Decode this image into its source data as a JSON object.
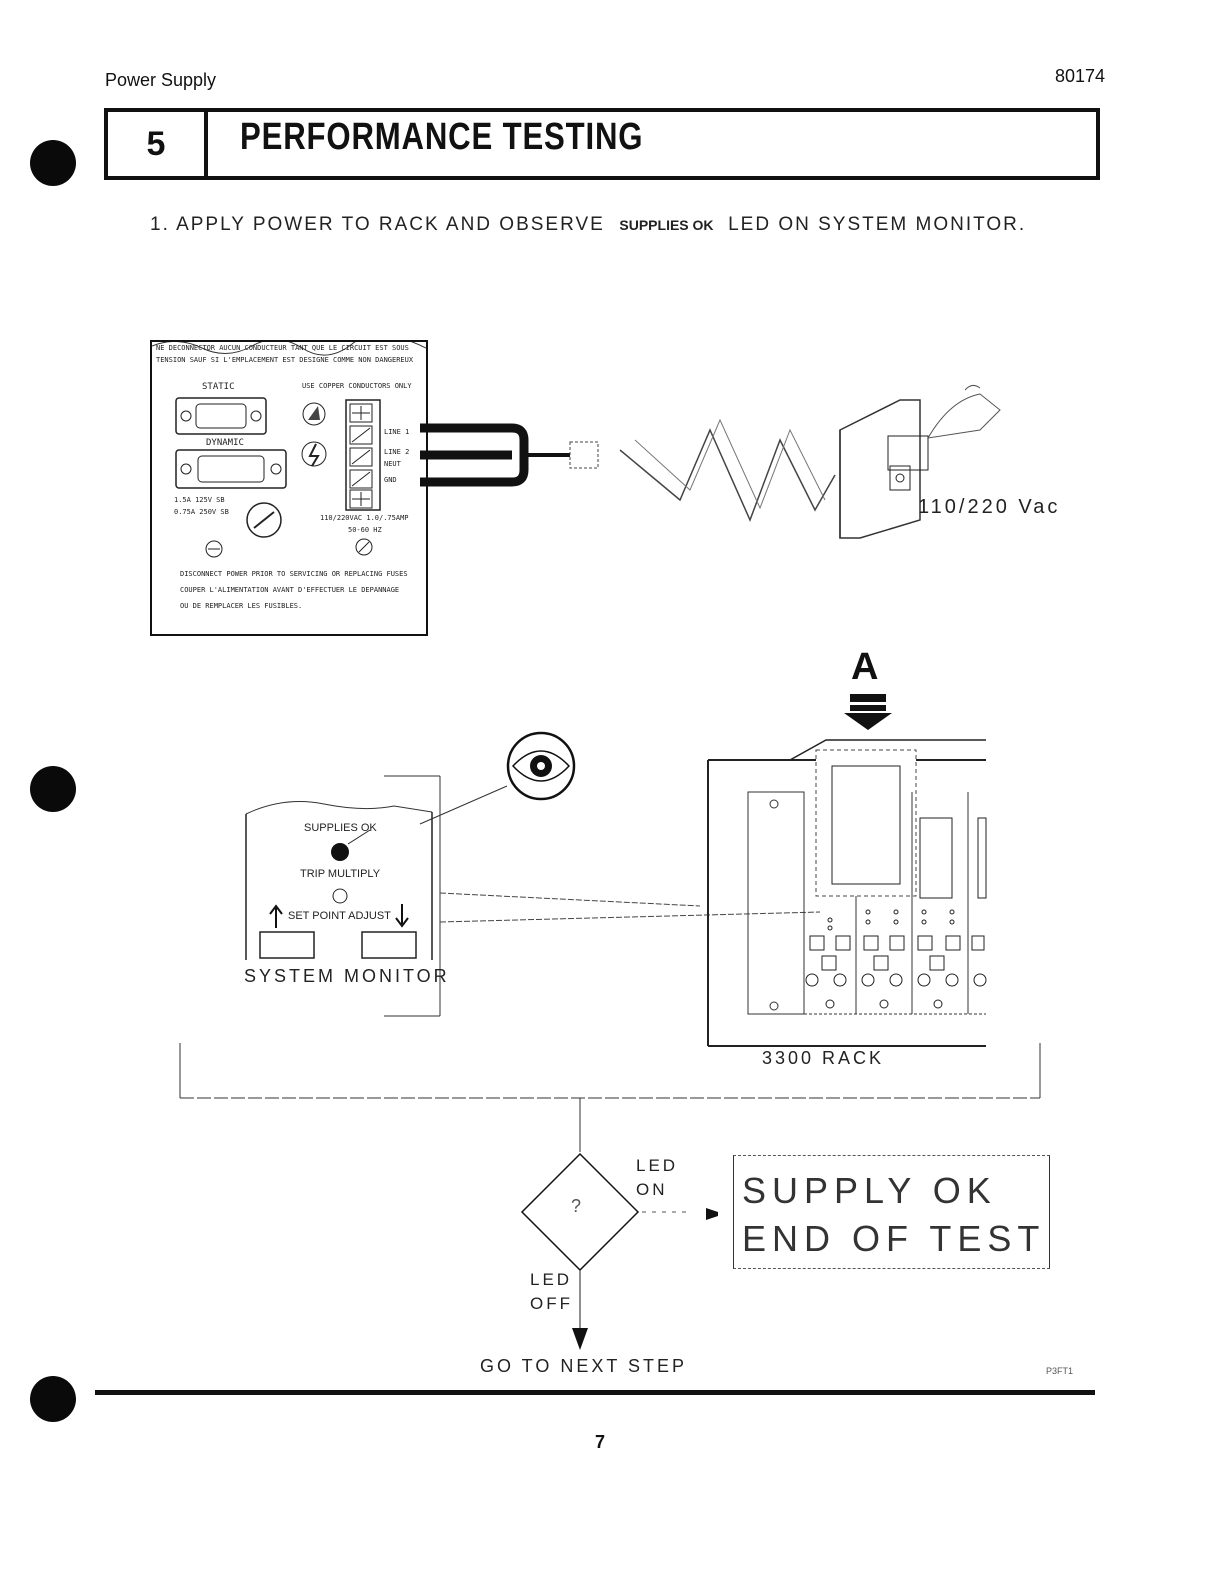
{
  "header": {
    "doc_title": "Power Supply",
    "doc_number": "80174"
  },
  "section": {
    "number": "5",
    "title": "PERFORMANCE TESTING"
  },
  "step1": {
    "prefix": "1.  APPLY POWER TO RACK AND OBSERVE",
    "emphasis": "SUPPLIES OK",
    "suffix": "LED ON SYSTEM MONITOR."
  },
  "rear_panel": {
    "warning_1": "NE DECONNECTOR AUCUN CONDUCTEUR TANT QUE LE CIRCUIT EST SOUS",
    "warning_2": "TENSION SAUF SI L'EMPLACEMENT EST DESIGNE COMME NON DANGEREUX",
    "static_label": "STATIC",
    "dynamic_label": "DYNAMIC",
    "copper_note": "USE COPPER CONDUCTORS ONLY",
    "terminals": [
      "LINE 1",
      "LINE 2",
      "NEUT",
      "GND"
    ],
    "fuse_1": "1.5A 125V SB",
    "fuse_2": "0.75A 250V SB",
    "rating_1": "110/220VAC 1.0/.75AMP",
    "rating_2": "50-60 HZ",
    "notice_1": "DISCONNECT POWER PRIOR TO SERVICING OR REPLACING FUSES",
    "notice_2": "COUPER L'ALIMENTATION AVANT D'EFFECTUER LE DEPANNAGE",
    "notice_3": "OU DE REMPLACER LES FUSIBLES."
  },
  "outlet_label": "110/220 Vac",
  "callout_letter": "A",
  "system_monitor": {
    "led_1": "SUPPLIES OK",
    "led_2": "TRIP MULTIPLY",
    "adjust": "SET POINT ADJUST",
    "name": "SYSTEM MONITOR"
  },
  "rack_label": "3300 RACK",
  "flowchart": {
    "decision": "?",
    "yes_label_1": "LED",
    "yes_label_2": "ON",
    "no_label_1": "LED",
    "no_label_2": "OFF",
    "result_1": "SUPPLY OK",
    "result_2": "END OF TEST",
    "next": "GO TO NEXT STEP"
  },
  "figure_code": "P3FT1",
  "page_number": "7"
}
